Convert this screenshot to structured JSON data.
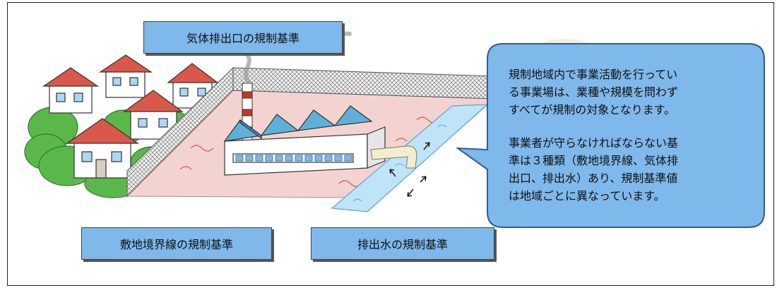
{
  "labels": {
    "gas_outlet": "気体排出口の規制基準",
    "site_boundary": "敷地境界線の規制基準",
    "wastewater": "排出水の規制基準"
  },
  "callout": {
    "paragraph_1": "規制地域内で事業活動を行ってい\nる事業場は、業種や規模を問わず\nすべてが規制の対象となります。",
    "paragraph_2": "事業者が守らなければならない基\n準は３種類（敷地境界線、気体排\n出口、排出水）あり、規制基準値\nは地域ごとに異なっています。"
  },
  "colors": {
    "label_fill": "#7fb8ea",
    "callout_fill": "#7fb8ea",
    "ground": "#f3d3d0",
    "water": "#bfe3f7",
    "roof": "#5fb0d9",
    "house_roof": "#d9584a",
    "trees": "#5ab84a"
  }
}
